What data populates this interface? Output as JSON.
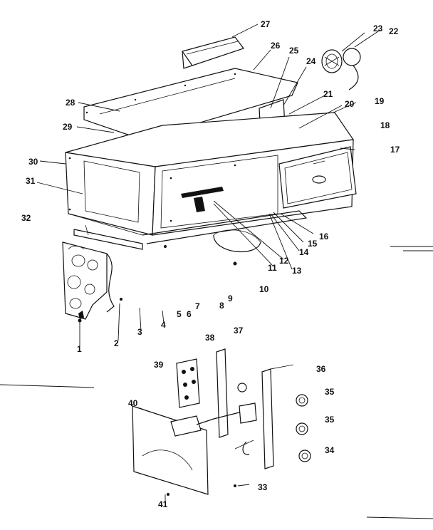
{
  "diagram": {
    "labels": [
      "1",
      "2",
      "3",
      "4",
      "5",
      "6",
      "7",
      "8",
      "9",
      "10",
      "11",
      "12",
      "13",
      "14",
      "15",
      "16",
      "17",
      "18",
      "19",
      "20",
      "21",
      "22",
      "23",
      "24",
      "25",
      "26",
      "27",
      "28",
      "29",
      "30",
      "31",
      "32",
      "33",
      "34",
      "35",
      "35",
      "36",
      "37",
      "38",
      "39",
      "40",
      "41"
    ]
  }
}
